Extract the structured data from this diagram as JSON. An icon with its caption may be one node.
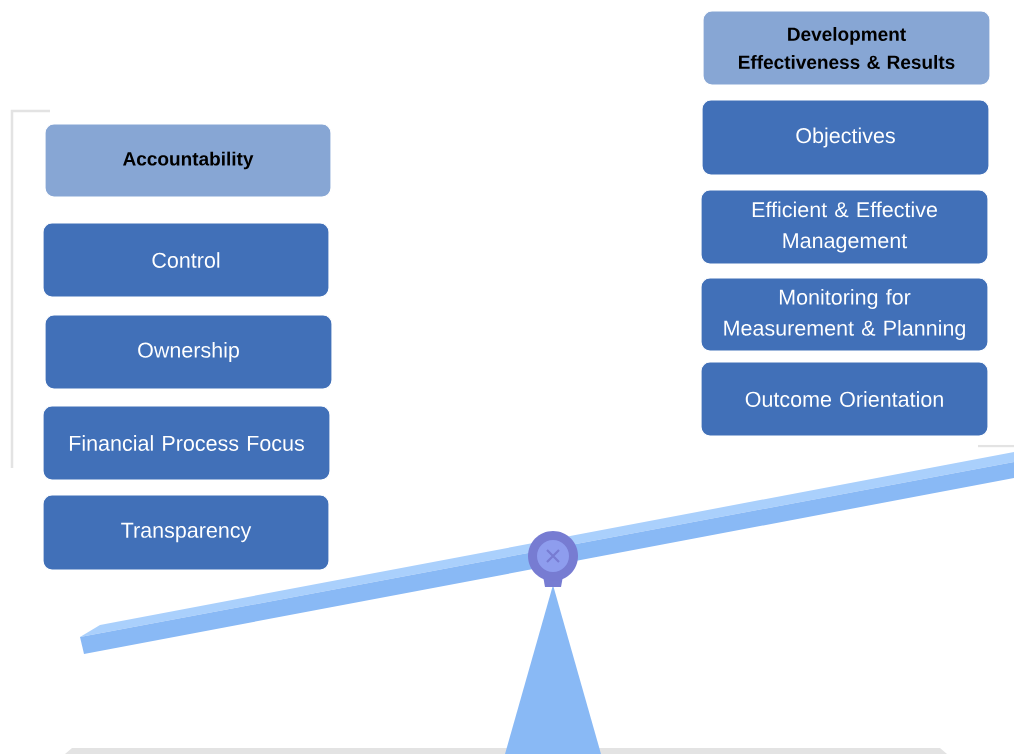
{
  "diagram": {
    "nodes": [
      {
        "text": [
          "Accountability"
        ]
      },
      {
        "text": [
          "Control"
        ]
      },
      {
        "text": [
          "Ownership"
        ]
      },
      {
        "text": [
          "Financial Process Focus"
        ]
      },
      {
        "text": [
          "Transparency"
        ]
      },
      {
        "text": [
          "Development Effectiveness & Results"
        ]
      },
      {
        "text": [
          "Objectives"
        ]
      },
      {
        "text": [
          "Efficient & Effective Management"
        ]
      },
      {
        "text": [
          "Monitoring for Measurement & Planning"
        ]
      },
      {
        "text": [
          "Outcome Orientation"
        ]
      }
    ]
  }
}
